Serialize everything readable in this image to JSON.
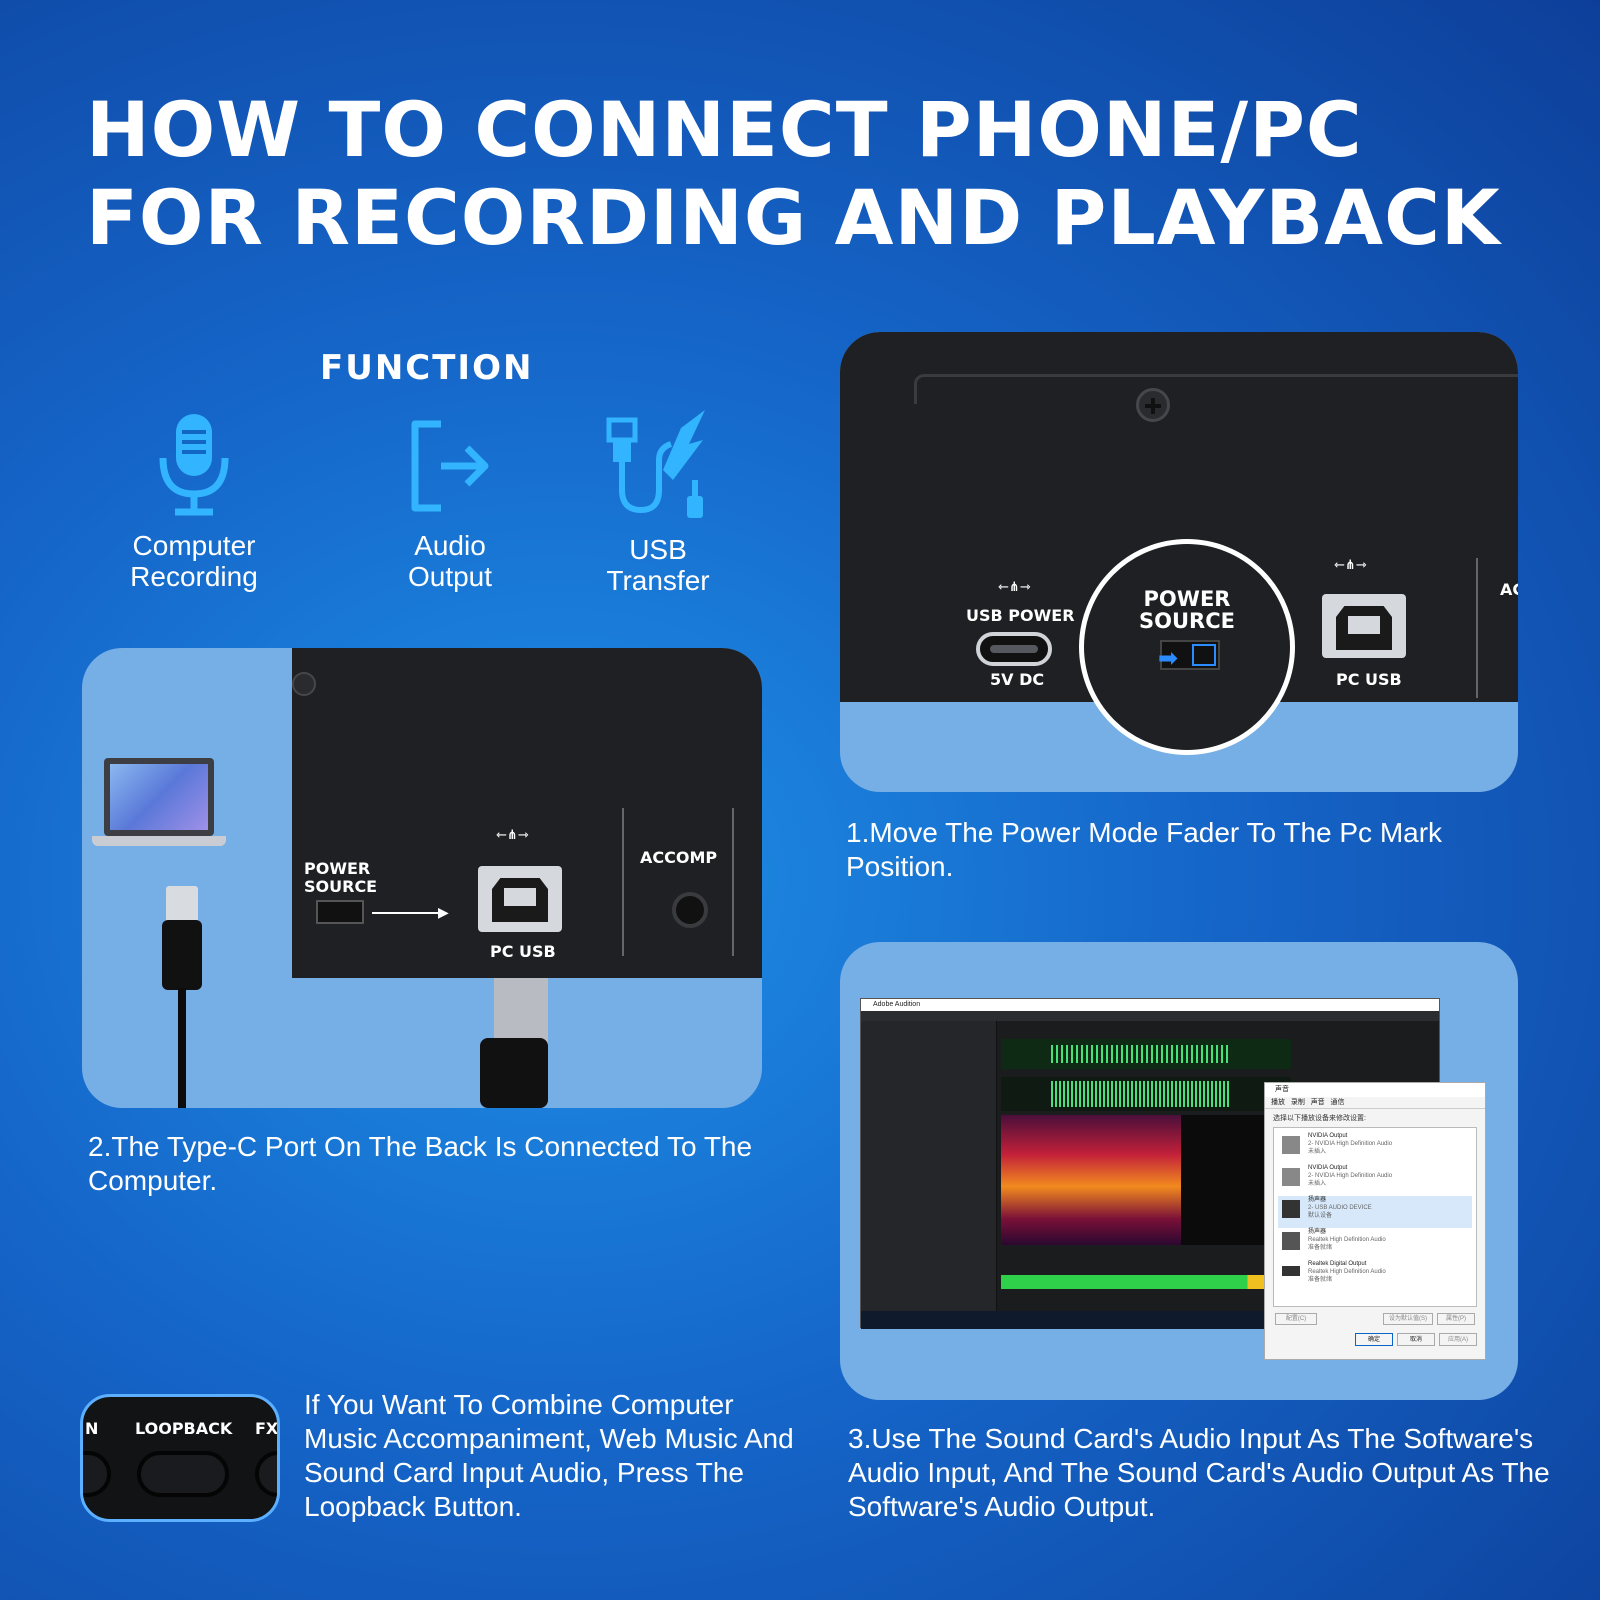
{
  "title": {
    "line1": "HOW TO CONNECT PHONE/PC",
    "line2": "FOR RECORDING AND PLAYBACK"
  },
  "function": {
    "heading": "FUNCTION",
    "items": [
      {
        "icon": "microphone-icon",
        "line1": "Computer",
        "line2": "Recording"
      },
      {
        "icon": "audio-output-icon",
        "line1": "Audio",
        "line2": "Output"
      },
      {
        "icon": "usb-transfer-icon",
        "line1": "USB",
        "line2": "Transfer"
      }
    ]
  },
  "step1": {
    "text": "1.Move The Power Mode Fader To The Pc Mark Position.",
    "labels": {
      "usb_power": "USB POWER",
      "five_v_dc": "5V DC",
      "power": "POWER",
      "source": "SOURCE",
      "pc_usb": "PC USB",
      "ac": "AC"
    }
  },
  "step2": {
    "text": "2.The Type-C Port On The Back Is Connected To The Computer.",
    "labels": {
      "power": "POWER",
      "source": "SOURCE",
      "pc_usb": "PC USB",
      "accomp": "ACCOMP"
    }
  },
  "step3": {
    "text": "3.Use The Sound Card's Audio Input As The Software's Audio Input, And The Sound Card's Audio Output As The Software's Audio Output.",
    "window_title": "Adobe Audition",
    "dialog": {
      "title": "声音",
      "tabs": [
        "播放",
        "录制",
        "声音",
        "通信"
      ],
      "instruction": "选择以下播放设备来修改设置:",
      "devices": [
        {
          "name": "NVIDIA Output",
          "desc": "2- NVIDIA High Definition Audio",
          "status": "未插入"
        },
        {
          "name": "NVIDIA Output",
          "desc": "2- NVIDIA High Definition Audio",
          "status": "未插入"
        },
        {
          "name": "扬声器",
          "desc": "2- USB AUDIO DEVICE",
          "status": "默认设备"
        },
        {
          "name": "扬声器",
          "desc": "Realtek High Definition Audio",
          "status": "准备就绪"
        },
        {
          "name": "Realtek Digital Output",
          "desc": "Realtek High Definition Audio",
          "status": "准备就绪"
        }
      ],
      "configure": "配置(C)",
      "set_default": "设为默认值(S)",
      "properties": "属性(P)",
      "ok": "确定",
      "cancel": "取消",
      "apply": "应用(A)"
    }
  },
  "loopback": {
    "button_label": "LOOPBACK",
    "left_label": "N",
    "right_label": "FX",
    "text": "If You Want To Combine Computer Music Accompaniment, Web Music And Sound Card Input Audio, Press The Loopback Button."
  },
  "colors": {
    "accent_cyan": "#32b4ff",
    "card_blue": "#76aee6",
    "panel_dark": "#1f2023",
    "dialog_blue": "#0a64c8"
  }
}
